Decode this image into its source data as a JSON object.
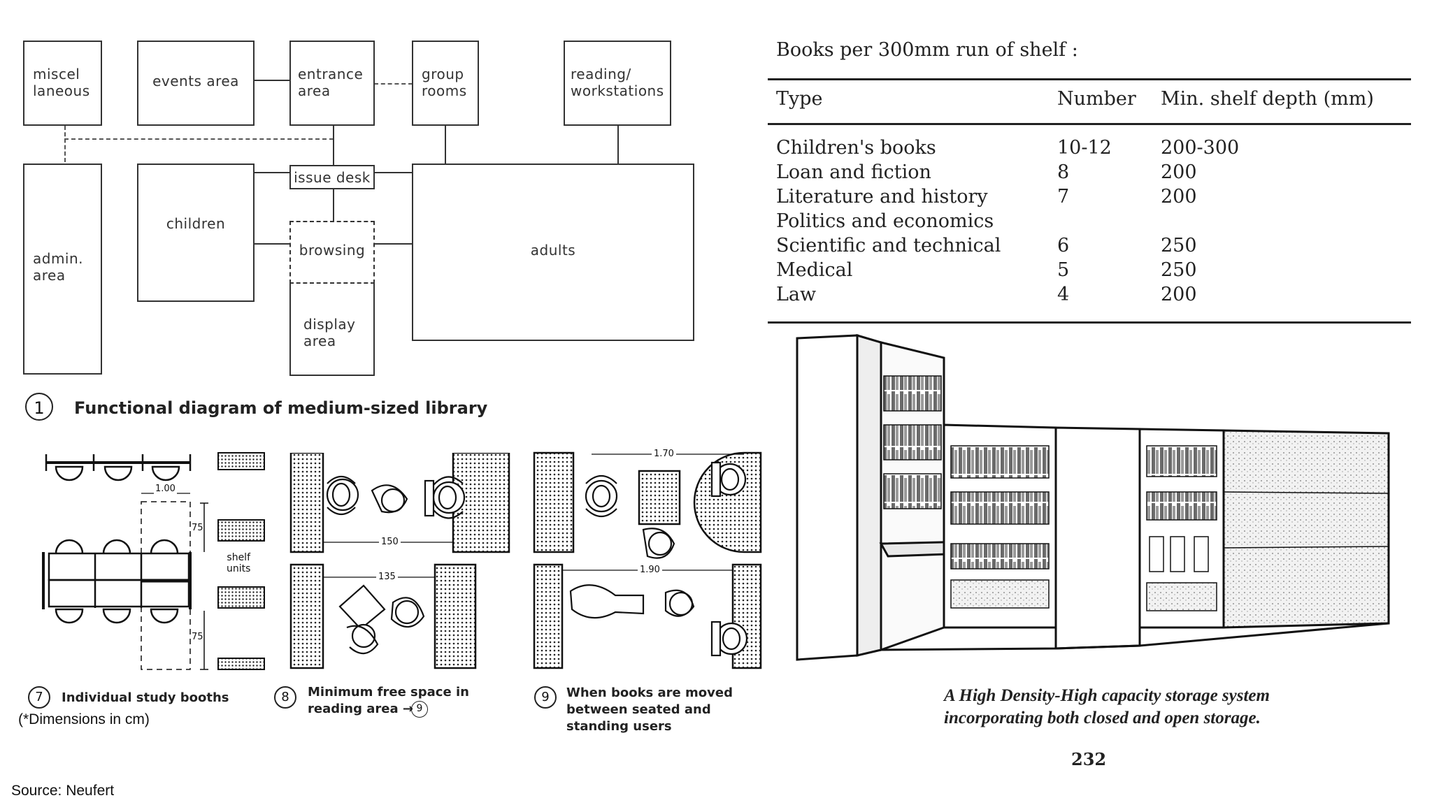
{
  "functional_diagram": {
    "boxes": {
      "miscellaneous": "miscel\nlaneous",
      "events": "events area",
      "entrance": "entrance\narea",
      "group_rooms": "group\nrooms",
      "reading": "reading/\nworkstations",
      "admin": "admin.\narea",
      "children": "children",
      "issue_desk": "issue desk",
      "browsing": "browsing",
      "adults": "adults",
      "display": "display\narea"
    },
    "figure_number": "1",
    "caption": "Functional diagram of medium-sized library"
  },
  "study_booths": {
    "figure_number": "7",
    "caption": "Individual study booths",
    "dim_width": "1.00",
    "dim_75_top": "75",
    "dim_75_bottom": "75",
    "shelf_label": "shelf\nunits",
    "note": "(*Dimensions in cm)"
  },
  "free_space": {
    "figure_number": "8",
    "caption_line1": "Minimum free space in",
    "caption_line2": "reading area →",
    "caption_ref": "9",
    "dim_150": "150",
    "dim_135": "135"
  },
  "books_moved": {
    "figure_number": "9",
    "caption": "When books are moved\nbetween seated and\nstanding users",
    "dim_170": "1.70",
    "dim_190": "1.90"
  },
  "book_table": {
    "title": "Books per 300mm run of shelf :",
    "headers": [
      "Type",
      "Number",
      "Min. shelf depth (mm)"
    ],
    "rows": [
      [
        "Children's books",
        "10-12",
        "200-300"
      ],
      [
        "Loan and fiction",
        "8",
        "200"
      ],
      [
        "Literature and history",
        "7",
        "200"
      ],
      [
        "Politics and economics",
        "",
        ""
      ],
      [
        "Scientific and technical",
        "6",
        "250"
      ],
      [
        "Medical",
        "5",
        "250"
      ],
      [
        "Law",
        "4",
        "200"
      ]
    ]
  },
  "storage": {
    "caption": "A High Density-High capacity storage system\nincorporating both closed and open storage.",
    "page_number": "232"
  },
  "source": "Source: Neufert"
}
